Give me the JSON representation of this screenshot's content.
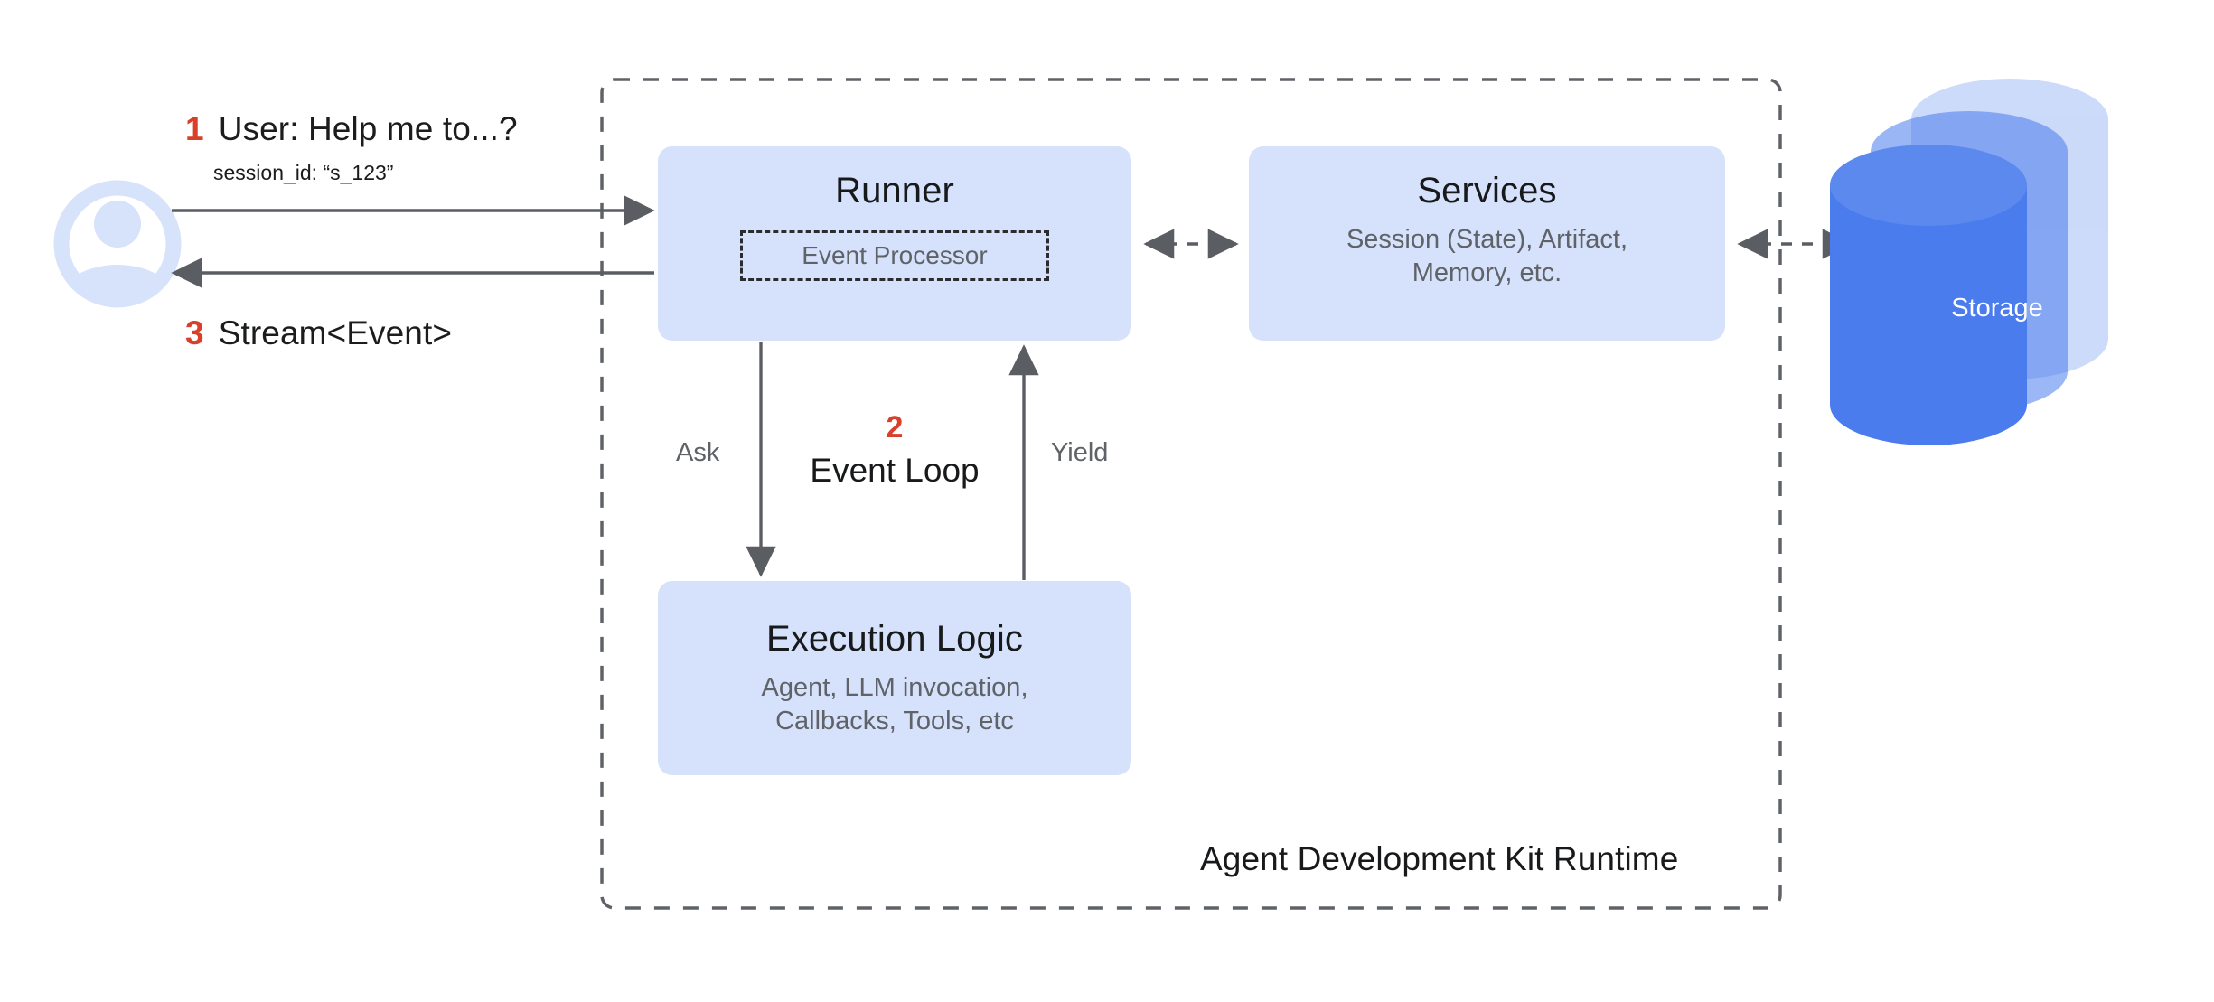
{
  "diagram": {
    "title": "Agent Development Kit Runtime",
    "colors": {
      "box_fill": "#d6e2fc",
      "accent_red": "#d8402a",
      "storage_blue": "#4a7ced",
      "arrow_gray": "#5f6368",
      "muted_text": "#5f6368",
      "avatar_blue": "#d7e3fb"
    }
  },
  "actor": {
    "icon": "user-avatar-icon",
    "messages": {
      "inbound": {
        "step": "1",
        "text": "User: Help me to...?",
        "detail": "session_id: “s_123”"
      },
      "outbound": {
        "step": "3",
        "text": "Stream<Event>"
      }
    }
  },
  "nodes": {
    "runner": {
      "title": "Runner",
      "inner": {
        "label": "Event Processor"
      }
    },
    "services": {
      "title": "Services",
      "subtitle": "Session (State), Artifact,\nMemory, etc."
    },
    "execution": {
      "title": "Execution Logic",
      "subtitle": "Agent, LLM invocation,\nCallbacks, Tools, etc"
    },
    "storage": {
      "label": "Storage",
      "icon": "database-cylinder-icon"
    }
  },
  "loop": {
    "step": "2",
    "label": "Event Loop",
    "ask_label": "Ask",
    "yield_label": "Yield"
  },
  "boundary": {
    "caption": "Agent Development Kit Runtime",
    "style": "dashed"
  },
  "chart_data": {
    "type": "diagram",
    "title": "Agent Development Kit Runtime",
    "nodes": [
      {
        "id": "user",
        "label": "User",
        "shape": "avatar"
      },
      {
        "id": "runner",
        "label": "Runner",
        "shape": "rounded-rect"
      },
      {
        "id": "event_processor",
        "label": "Event Processor",
        "shape": "dashed-rect",
        "parent": "runner"
      },
      {
        "id": "services",
        "label": "Services",
        "shape": "rounded-rect"
      },
      {
        "id": "execution",
        "label": "Execution Logic",
        "shape": "rounded-rect"
      },
      {
        "id": "storage",
        "label": "Storage",
        "shape": "cylinder"
      }
    ],
    "edges": [
      {
        "from": "user",
        "to": "runner",
        "label": "1 User: Help me to...?",
        "style": "solid",
        "direction": "forward"
      },
      {
        "from": "runner",
        "to": "user",
        "label": "3 Stream<Event>",
        "style": "solid",
        "direction": "forward"
      },
      {
        "from": "runner",
        "to": "execution",
        "label": "Ask",
        "style": "solid",
        "direction": "forward"
      },
      {
        "from": "execution",
        "to": "runner",
        "label": "Yield",
        "style": "solid",
        "direction": "forward"
      },
      {
        "from": "runner",
        "to": "services",
        "label": "",
        "style": "dashed",
        "direction": "both"
      },
      {
        "from": "services",
        "to": "storage",
        "label": "",
        "style": "dashed",
        "direction": "both"
      }
    ]
  }
}
